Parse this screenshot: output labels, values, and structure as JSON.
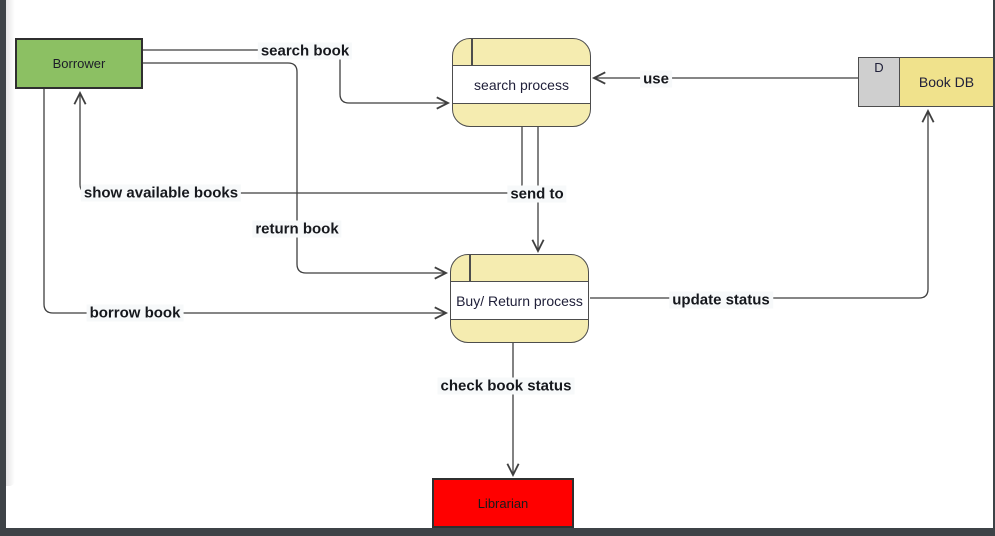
{
  "nodes": {
    "borrower": {
      "label": "Borrower"
    },
    "search_process": {
      "label": "search process"
    },
    "buy_return_process": {
      "label": "Buy/ Return process"
    },
    "book_db": {
      "label": "Book DB",
      "store_type": "D"
    },
    "librarian": {
      "label": "Librarian"
    }
  },
  "edges": {
    "search_book": {
      "label": "search book"
    },
    "use": {
      "label": "use"
    },
    "show_available_books": {
      "label": "show available books"
    },
    "send_to": {
      "label": "send to"
    },
    "return_book": {
      "label": "return book"
    },
    "borrow_book": {
      "label": "borrow book"
    },
    "update_status": {
      "label": "update status"
    },
    "check_book_status": {
      "label": "check book status"
    }
  },
  "colors": {
    "entity_green": "#8cc063",
    "process_yellow": "#f5ecb0",
    "datastore_yellow": "#f0e28c",
    "datastore_gray": "#cfcfcf",
    "entity_red": "#ff0000",
    "edge_line": "#3f3f3f",
    "chrome_dark": "#3e4347",
    "label_bg": "#f7f9fa"
  }
}
